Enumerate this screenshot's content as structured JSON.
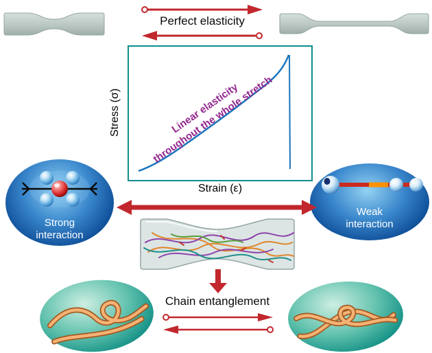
{
  "top": {
    "perfect_elasticity_label": "Perfect elasticity"
  },
  "chart": {
    "y_axis_label": "Stress (σ)",
    "x_axis_label": "Strain (ε)",
    "annotation": {
      "line1": "Linear elasticity",
      "line2": "throughout the whole stretch"
    }
  },
  "strong_interaction": {
    "line1": "Strong",
    "line2": "interaction"
  },
  "weak_interaction": {
    "line1": "Weak",
    "line2": "interaction"
  },
  "bottom": {
    "chain_entanglement_label": "Chain entanglement"
  },
  "colors": {
    "arrow_red": "#c1272d",
    "chart_border_teal": "#0e8d8d",
    "curve_blue": "#1b75bb",
    "annotation_purple": "#93278f",
    "bubble_blue_dark": "#0b4a94",
    "ellipse_teal": "#139086",
    "chain_orange": "#f5b277",
    "specimen_gray": "#c2cfcb"
  },
  "chart_data": {
    "type": "line",
    "title": "",
    "xlabel": "Strain (ε)",
    "ylabel": "Stress (σ)",
    "grid": false,
    "legend": false,
    "series": [
      {
        "name": "stress-strain curve",
        "description": "nearly linear monotonically rising curve over the whole stretch, ending in an abrupt vertical drop (fracture) at maximum strain",
        "x_normalized": [
          0.05,
          0.2,
          0.35,
          0.5,
          0.65,
          0.8,
          0.88,
          0.88
        ],
        "y_normalized": [
          0.06,
          0.14,
          0.26,
          0.42,
          0.58,
          0.78,
          0.95,
          0.08
        ]
      }
    ],
    "annotations": [
      "Linear elasticity throughout the whole stretch"
    ]
  }
}
